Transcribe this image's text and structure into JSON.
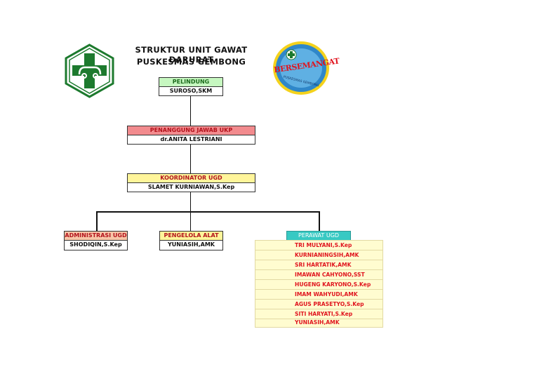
{
  "title": {
    "line1": "STRUKTUR UNIT GAWAT DARURAT",
    "line2": "PUSKESMAS GEMBONG"
  },
  "logo_right": {
    "main_text": "BERSEMANGAT",
    "sub_text": "PUSKESMAS GEMBONG"
  },
  "pelindung": {
    "title": "PELINDUNG",
    "name": "SUROSO,SKM",
    "color": "#c6f7c0"
  },
  "penanggung": {
    "title": "PENANGGUNG JAWAB UKP",
    "name": "dr.ANITA LESTRIANI",
    "color": "#f28b8e"
  },
  "koordinator": {
    "title": "KOORDINATOR UGD",
    "name": "SLAMET KURNIAWAN,S.Kep",
    "color": "#fff59a"
  },
  "administrasi": {
    "title": "ADMINISTRASI UGD",
    "name": "SHODIQIN,S.Kep",
    "color": "#f7c6a8"
  },
  "pengelola": {
    "title": "PENGELOLA ALAT",
    "name": "YUNIASIH,AMK",
    "color": "#fff59a"
  },
  "perawat": {
    "title": "PERAWAT UGD",
    "color": "#37c9c3",
    "members": [
      "TRI MULYANI,S.Kep",
      "KURNIANINGSIH,AMK",
      "SRI HARTATIK,AMK",
      "IMAWAN CAHYONO,SST",
      "HUGENG KARYONO,S.Kep",
      "IMAM WAHYUDI,AMK",
      "AGUS PRASETYO,S.Kep",
      "SITI HARYATI,S.Kep",
      "YUNIASIH,AMK"
    ]
  }
}
